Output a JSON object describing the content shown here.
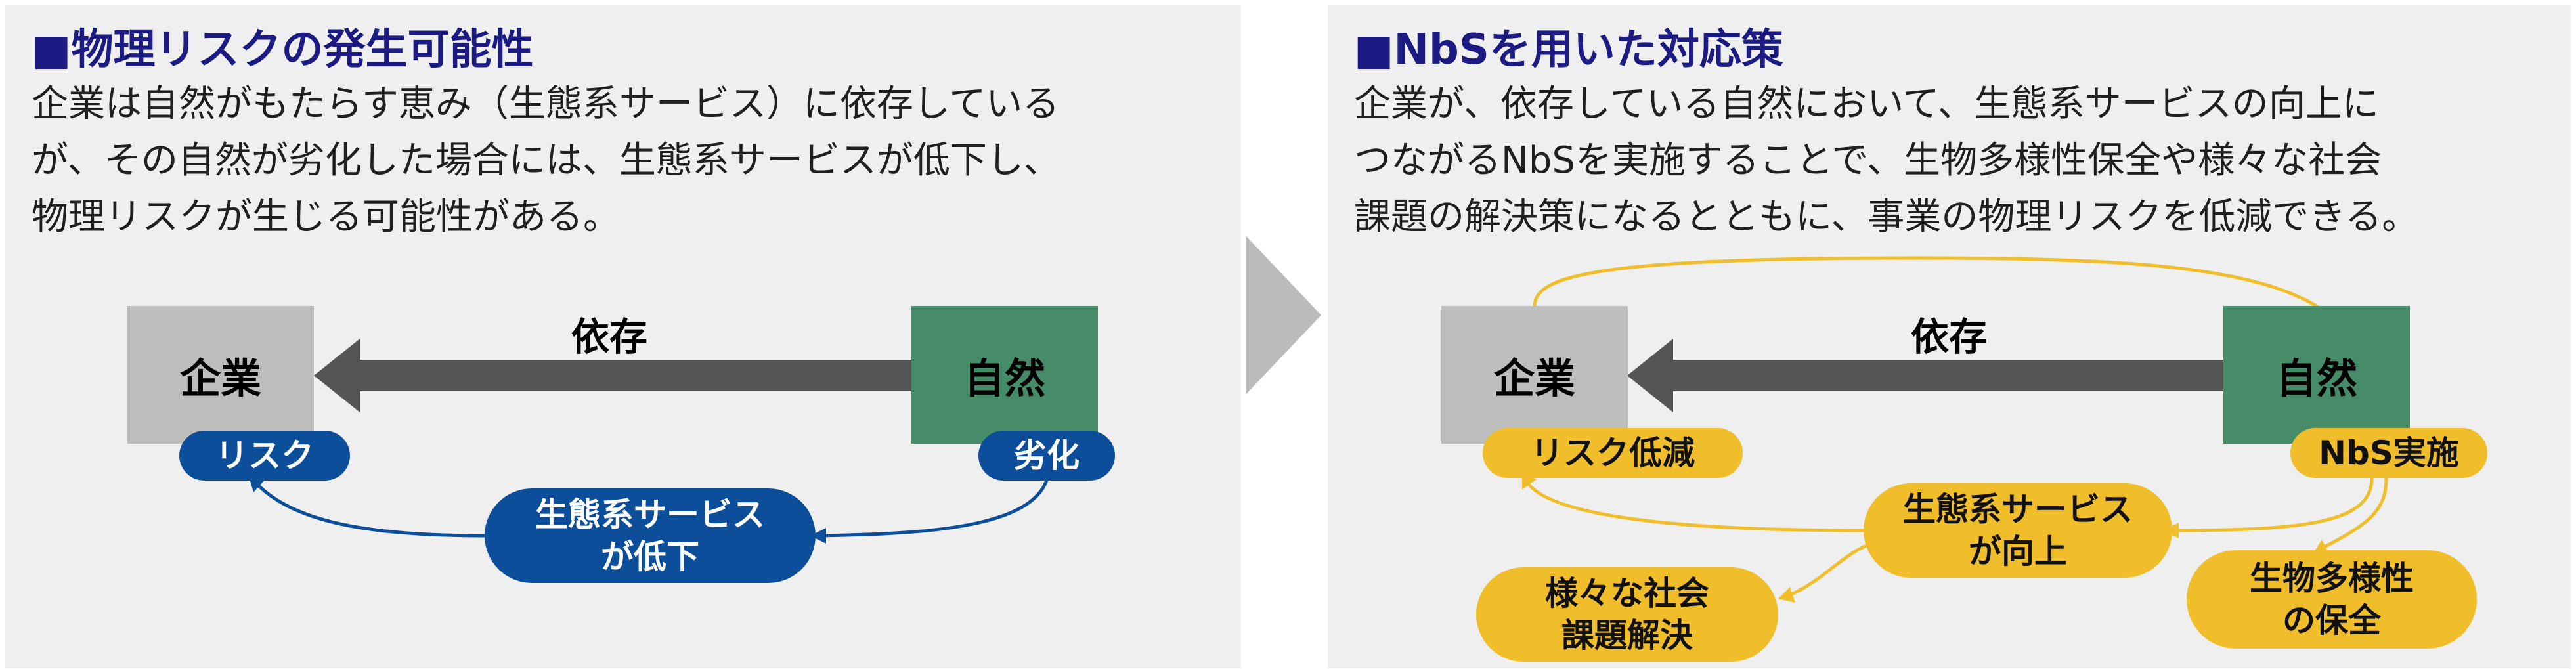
{
  "left_panel": {
    "title": "■物理リスクの発生可能性",
    "description": [
      "企業は自然がもたらす恵み（生態系サービス）に依存している",
      "が、その自然が劣化した場合には、生態系サービスが低下し、",
      "物理リスクが生じる可能性がある。"
    ],
    "diagram": {
      "company": "企業",
      "nature": "自然",
      "dependency": "依存",
      "risk": "リスク",
      "degradation": "劣化",
      "service_decline": [
        "生態系サービス",
        "が低下"
      ]
    }
  },
  "divider_icon": "chevron-right-arrow",
  "right_panel": {
    "title": "■NbSを用いた対応策",
    "description": [
      "企業が、依存している自然において、生態系サービスの向上に",
      "つながるNbSを実施することで、生物多様性保全や様々な社会",
      "課題の解決策になるとともに、事業の物理リスクを低減できる。"
    ],
    "diagram": {
      "company": "企業",
      "nature": "自然",
      "dependency": "依存",
      "risk_reduction": "リスク低減",
      "nbs": "NbS実施",
      "service_improve": [
        "生態系サービス",
        "が向上"
      ],
      "social": [
        "様々な社会",
        "課題解決"
      ],
      "biodiversity": [
        "生物多様性",
        "の保全"
      ]
    }
  },
  "colors": {
    "panel_bg": "#efefef",
    "title": "#1b1b83",
    "blue": "#0d4e9b",
    "yellow": "#f0bd2b",
    "green": "#468c69",
    "gray_box": "#bdbdbd",
    "arrow_dark": "#555555"
  }
}
